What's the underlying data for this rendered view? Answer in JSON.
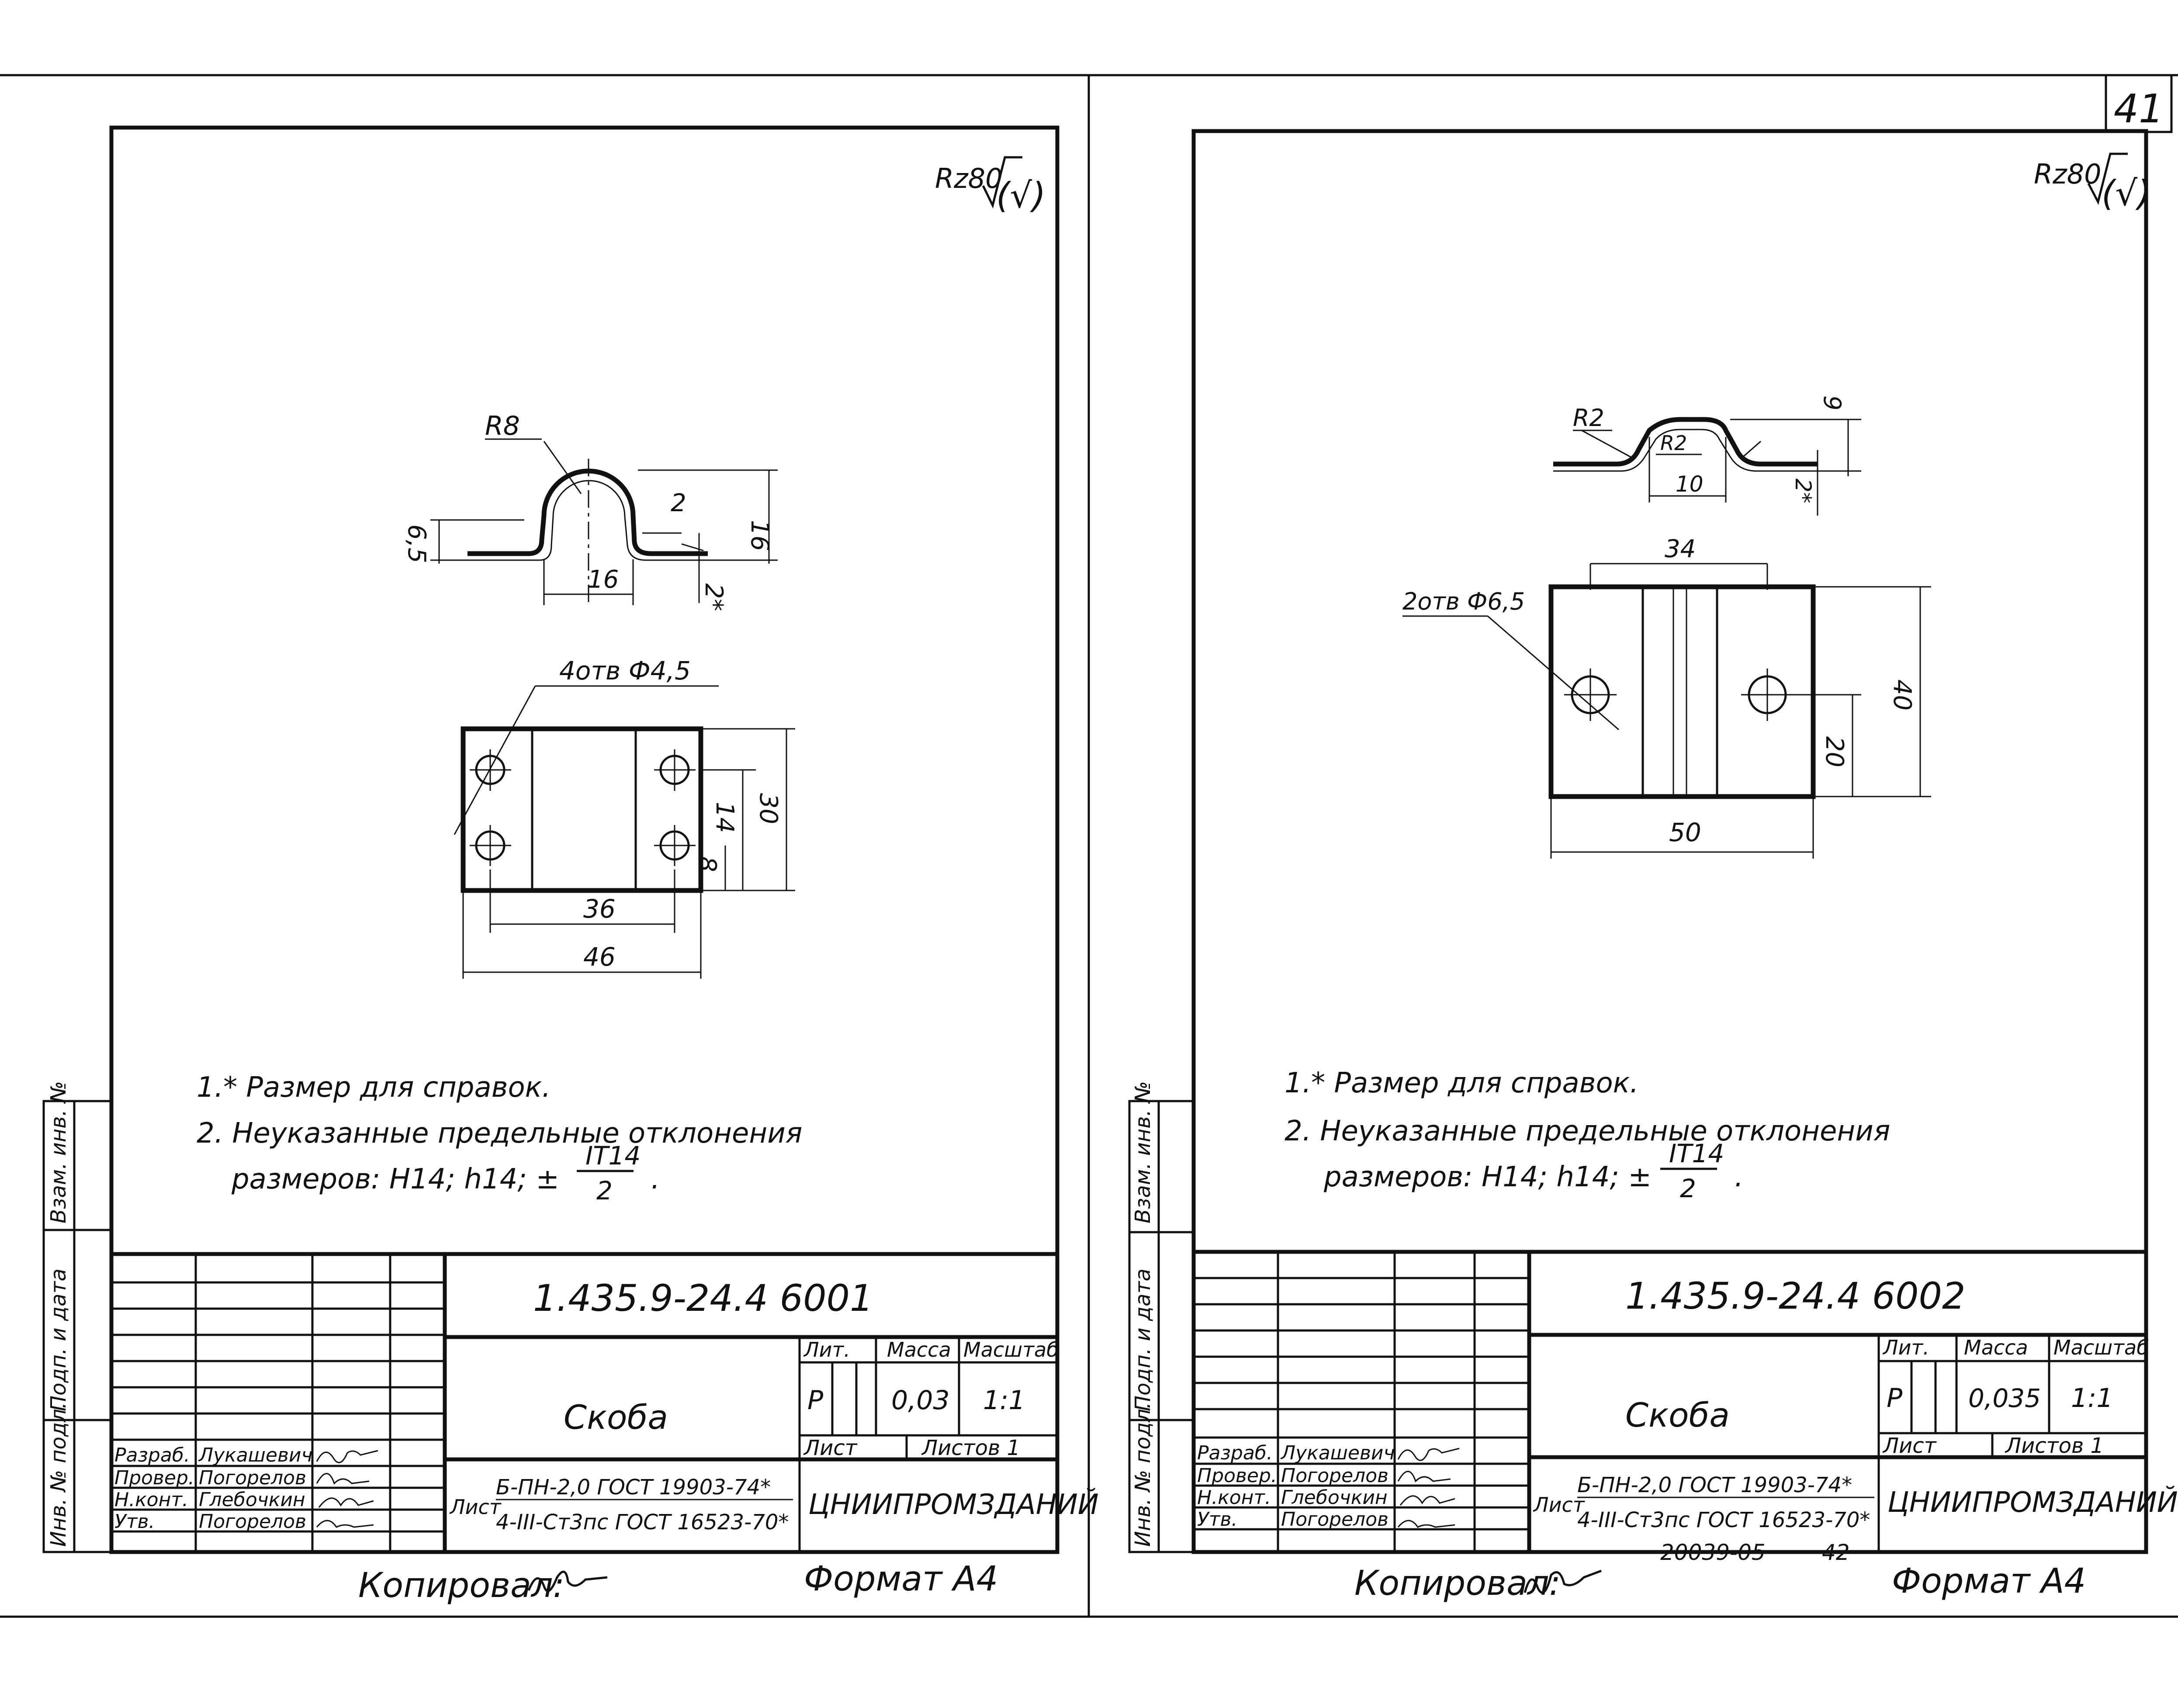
{
  "page_number": "41",
  "footer_stamp": {
    "code": "20039-05",
    "page": "42"
  },
  "sheets": [
    {
      "roughness": "Rz80",
      "roughness_paren": "(√)",
      "notes": [
        "1.* Размер для справок.",
        "2. Неуказанные предельные отклонения",
        "размеров: Н14; h14; ±"
      ],
      "tol_num": "IT14",
      "tol_den": "2",
      "side_stamp": [
        "Взам. инв. №",
        "Подп. и дата",
        "Инв. № подл."
      ],
      "dims": {
        "r_outer": "R8",
        "w16": "16",
        "h16": "16",
        "h65": "6,5",
        "t2": "2",
        "f2": "2*",
        "holes": "4отв Ф4,5",
        "d14": "14",
        "d8": "8",
        "d30": "30",
        "d36": "36",
        "d46": "46"
      },
      "title_block": {
        "doc_code": "1.435.9-24.4 6001",
        "name": "Скоба",
        "lit_h": "Лит.",
        "mass_h": "Масса",
        "scale_h": "Масштаб",
        "lit": "Р",
        "mass": "0,03",
        "scale": "1:1",
        "sheet": "Лист",
        "sheets": "Листов 1",
        "org": "ЦНИИПРОМЗДАНИЙ",
        "material_prefix": "Лист",
        "material1": "Б-ПН-2,0 ГОСТ 19903-74*",
        "material2": "4-III-Ст3пс ГОСТ 16523-70*",
        "roles": [
          {
            "role": "Разраб.",
            "name": "Лукашевич"
          },
          {
            "role": "Провер.",
            "name": "Погорелов"
          },
          {
            "role": "Н.конт.",
            "name": "Глебочкин"
          },
          {
            "role": "Утв.",
            "name": "Погорелов"
          }
        ]
      },
      "copied": "Копировал:",
      "format": "Формат А4"
    },
    {
      "roughness": "Rz80",
      "roughness_paren": "(√)",
      "notes": [
        "1.* Размер для справок.",
        "2. Неуказанные предельные отклонения",
        "размеров: Н14; h14; ±"
      ],
      "tol_num": "IT14",
      "tol_den": "2",
      "side_stamp": [
        "Взам. инв. №",
        "Подп. и дата",
        "Инв. № подл."
      ],
      "dims": {
        "r_outer": "R2",
        "r_inner": "R2",
        "w10": "10",
        "h9": "9",
        "f2": "2*",
        "holes": "2отв Ф6,5",
        "d34": "34",
        "d40": "40",
        "d20": "20",
        "d50": "50"
      },
      "title_block": {
        "doc_code": "1.435.9-24.4 6002",
        "name": "Скоба",
        "lit_h": "Лит.",
        "mass_h": "Масса",
        "scale_h": "Масштаб",
        "lit": "Р",
        "mass": "0,035",
        "scale": "1:1",
        "sheet": "Лист",
        "sheets": "Листов 1",
        "org": "ЦНИИПРОМЗДАНИЙ",
        "material_prefix": "Лист",
        "material1": "Б-ПН-2,0 ГОСТ 19903-74*",
        "material2": "4-III-Ст3пс ГОСТ 16523-70*",
        "roles": [
          {
            "role": "Разраб.",
            "name": "Лукашевич"
          },
          {
            "role": "Провер.",
            "name": "Погорелов"
          },
          {
            "role": "Н.конт.",
            "name": "Глебочкин"
          },
          {
            "role": "Утв.",
            "name": "Погорелов"
          }
        ]
      },
      "copied": "Копировал:",
      "format": "Формат А4"
    }
  ]
}
